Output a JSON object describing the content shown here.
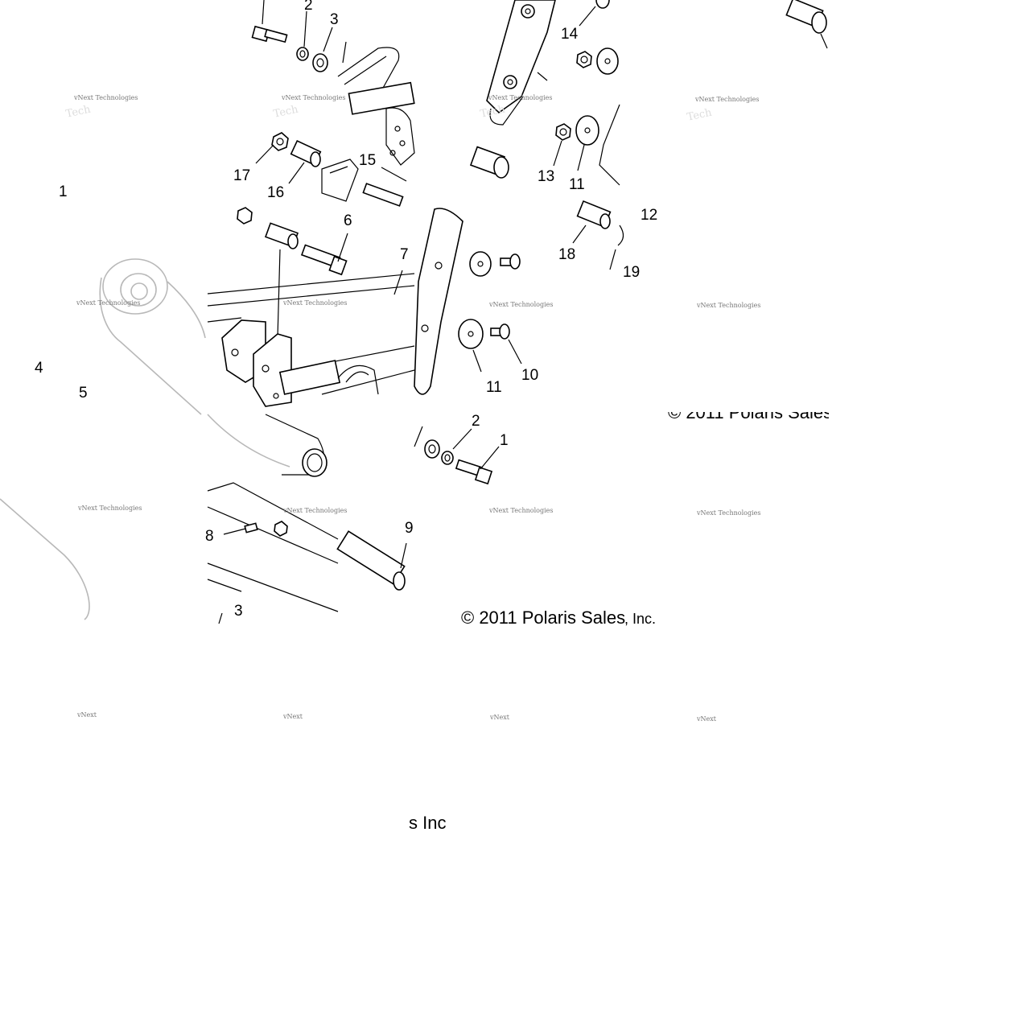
{
  "callouts": [
    {
      "id": "c2-top",
      "text": "2"
    },
    {
      "id": "c3-top",
      "text": "3"
    },
    {
      "id": "c14",
      "text": "14"
    },
    {
      "id": "c17",
      "text": "17"
    },
    {
      "id": "c16",
      "text": "16"
    },
    {
      "id": "c15",
      "text": "15"
    },
    {
      "id": "c13",
      "text": "13"
    },
    {
      "id": "c11-top",
      "text": "11"
    },
    {
      "id": "c1-left",
      "text": "1"
    },
    {
      "id": "c6",
      "text": "6"
    },
    {
      "id": "c7",
      "text": "7"
    },
    {
      "id": "c12",
      "text": "12"
    },
    {
      "id": "c18",
      "text": "18"
    },
    {
      "id": "c19",
      "text": "19"
    },
    {
      "id": "c4",
      "text": "4"
    },
    {
      "id": "c5",
      "text": "5"
    },
    {
      "id": "c11-mid",
      "text": "11"
    },
    {
      "id": "c10",
      "text": "10"
    },
    {
      "id": "c2-low",
      "text": "2"
    },
    {
      "id": "c1-low",
      "text": "1"
    },
    {
      "id": "c8",
      "text": "8"
    },
    {
      "id": "c9",
      "text": "9"
    },
    {
      "id": "c3-low",
      "text": "3"
    }
  ],
  "copyright": {
    "main": "© 2011 Polaris Sales",
    "main_tail": ", Inc.",
    "upper_fragment": "© 2011 Polaris Sales",
    "lower_fragment": "s Inc"
  },
  "watermark": {
    "text": "vNext Technologies",
    "short": "vNext"
  }
}
